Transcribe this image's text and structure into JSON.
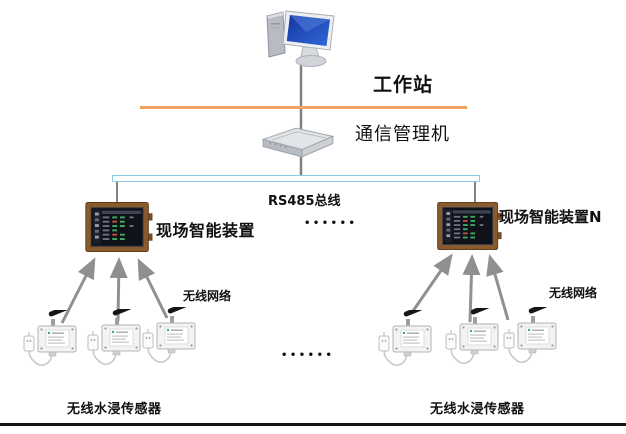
{
  "diagram": {
    "workstation_label": "工作站",
    "comm_manager_label": "通信管理机",
    "bus_label": "RS485总线",
    "ellipsis_devices": "••••••",
    "ellipsis_sensors": "••••••",
    "groups": {
      "left": {
        "device_label": "现场智能装置",
        "wireless_label": "无线网络",
        "sensors_label": "无线水浸传感器"
      },
      "right": {
        "device_label": "现场智能装置N",
        "wireless_label": "无线网络",
        "sensors_label": "无线水浸传感器"
      }
    },
    "colors": {
      "orange_separator": "#f0a25e",
      "bus_border": "#8ccbe4",
      "connector_gray": "#808080",
      "arrow_gray": "#909090",
      "device_frame_brown": "#8a5a2f",
      "screen_dark": "#0f1219",
      "screen_green": "#3fae62",
      "monitor_blue": "#2356c8",
      "bottom_rule": "#161616"
    }
  }
}
